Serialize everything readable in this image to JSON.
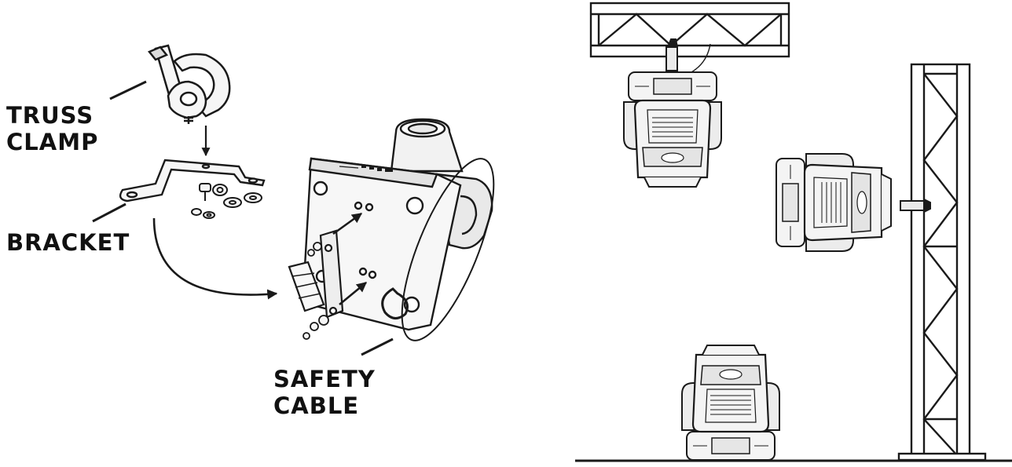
{
  "labels": {
    "truss_clamp_line1": "TRUSS",
    "truss_clamp_line2": "CLAMP",
    "bracket": "BRACKET",
    "safety_cable_line1": "SAFETY",
    "safety_cable_line2": "CABLE"
  },
  "colors": {
    "line": "#1a1a1a",
    "background": "#ffffff",
    "fixture_fill": "#f4f4f4",
    "shade": "#dcdcdc"
  },
  "icons": {
    "clamp": "truss-clamp-icon",
    "bracket": "omega-bracket-icon",
    "fixture": "moving-head-fixture-icon",
    "truss": "truss-icon"
  }
}
